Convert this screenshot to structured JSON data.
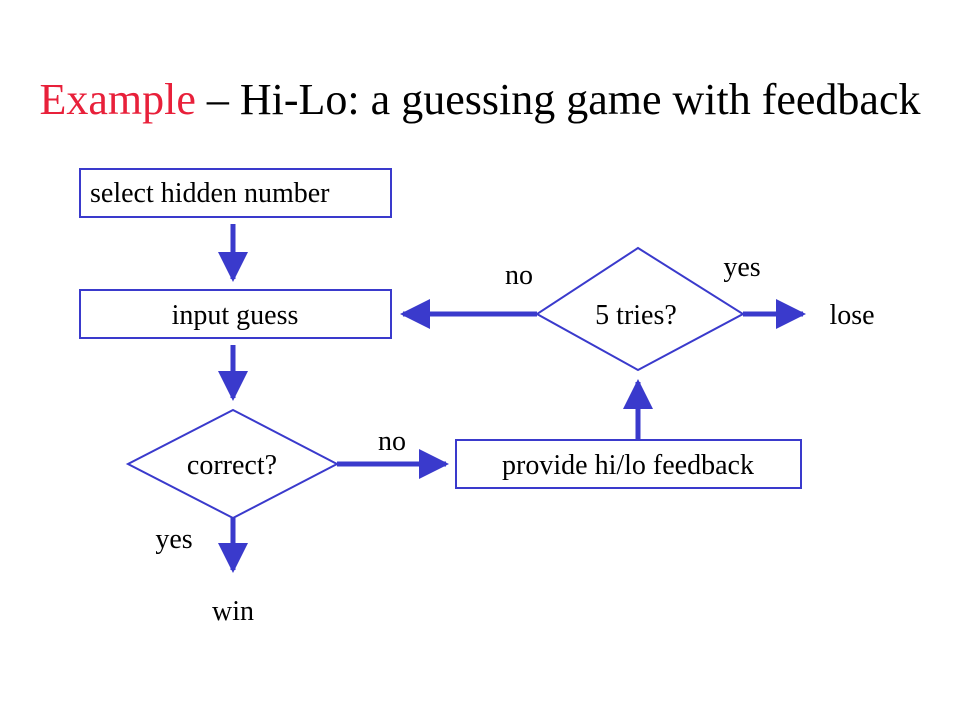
{
  "title": {
    "accent": "Example",
    "rest": " – Hi-Lo: a guessing game with feedback"
  },
  "nodes": {
    "select": "select hidden number",
    "input": "input guess",
    "correct": "correct?",
    "feedback": "provide hi/lo feedback",
    "tries": "5 tries?"
  },
  "labels": {
    "correct_no": "no",
    "correct_yes": "yes",
    "win": "win",
    "tries_no": "no",
    "tries_yes": "yes",
    "lose": "lose"
  },
  "colors": {
    "box_border": "#3a3acc",
    "arrow": "#3a3acc",
    "title_accent": "#e8203a",
    "text": "#000000"
  }
}
